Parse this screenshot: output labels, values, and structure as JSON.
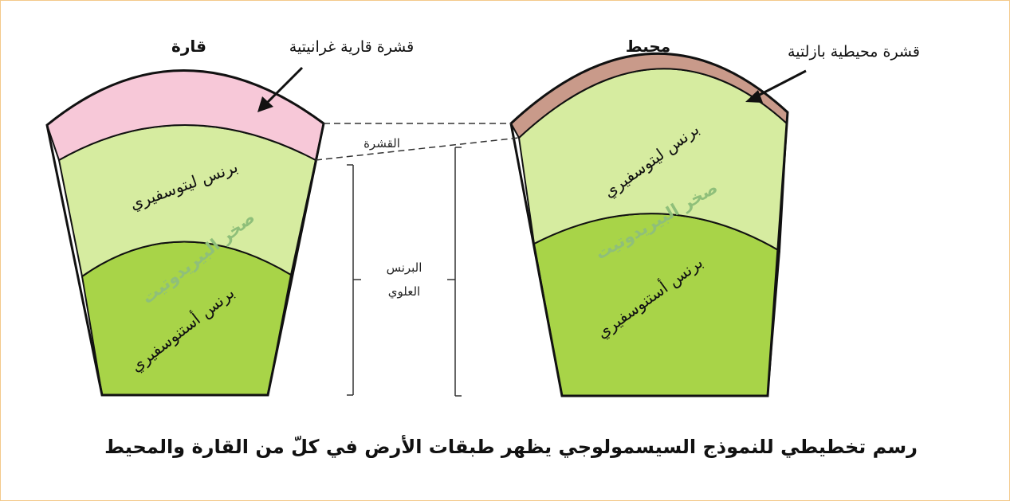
{
  "diagram": {
    "continent": {
      "title": "قارة",
      "crust_label": "قشرة قارية غرانيتية",
      "lithosphere_label": "برنس ليتوسفيري",
      "peridotite_label": "صخر البيريدوتيت",
      "asthenosphere_label": "برنس أستنوسفيري"
    },
    "ocean": {
      "title": "محيط",
      "crust_label": "قشرة محيطية بازلتية",
      "lithosphere_label": "برنس ليتوسفيري",
      "peridotite_label": "صخر البيريدوتيت",
      "asthenosphere_label": "برنس أستنوسفيري"
    },
    "middle": {
      "crust_label": "القشرة",
      "upper_mantle_line1": "البرنس",
      "upper_mantle_line2": "العلوي"
    },
    "caption": "رسم تخطيطي للنموذج السيسمولوجي يظهر طبقات الأرض في كلّ من القارة والمحيط"
  },
  "colors": {
    "continental_crust": "#f7c8d8",
    "oceanic_crust": "#c99a8a",
    "lithosphere": "#d6eca0",
    "asthenosphere": "#a8d448",
    "peridotite_text": "#8fbf7a",
    "frame_border": "#f3c98a"
  }
}
